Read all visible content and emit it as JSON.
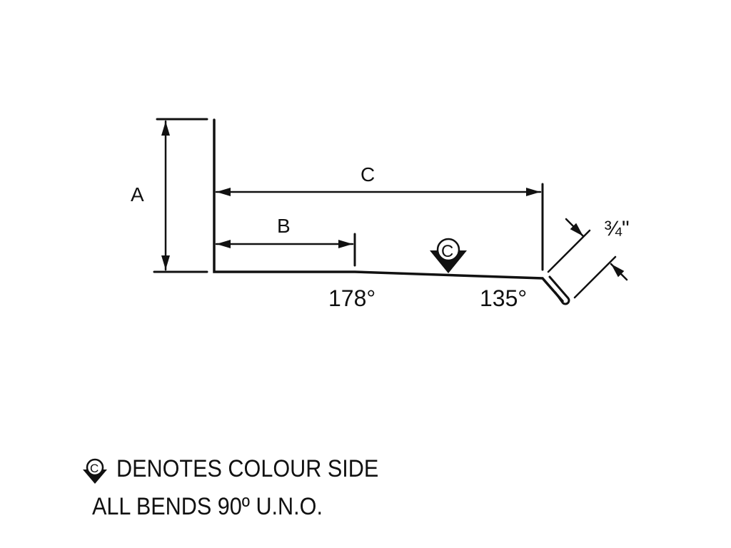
{
  "labels": {
    "dim_a": "A",
    "dim_b": "B",
    "dim_c": "C",
    "angle_1": "178°",
    "angle_2": "135°",
    "hem_size": "¾\"",
    "colour_marker": "C"
  },
  "legend": {
    "colour_side": "DENOTES COLOUR SIDE",
    "bends_note": "ALL BENDS 90º U.N.O."
  },
  "colors": {
    "ink": "#111111",
    "background": "#ffffff"
  }
}
